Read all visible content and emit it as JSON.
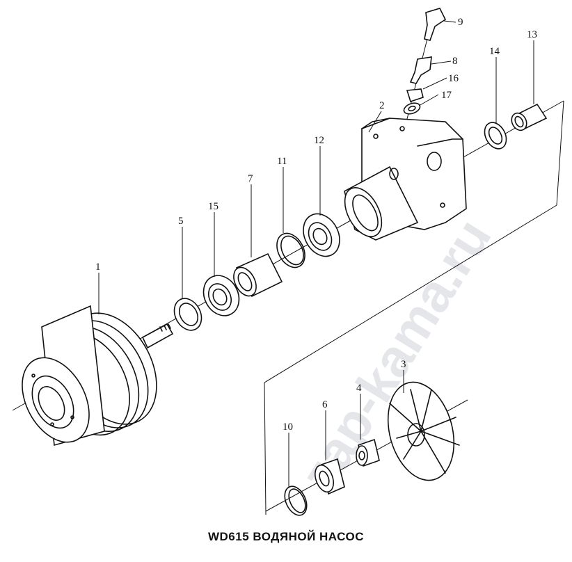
{
  "caption": "WD615 ВОДЯНОЙ НАСОС",
  "watermark": "zap-kama.ru",
  "callouts": [
    "1",
    "2",
    "3",
    "4",
    "5",
    "6",
    "7",
    "8",
    "9",
    "10",
    "11",
    "12",
    "13",
    "14",
    "15",
    "16",
    "17"
  ],
  "colors": {
    "line": "#111111",
    "watermark": "#cfd3da",
    "background": "#ffffff"
  }
}
